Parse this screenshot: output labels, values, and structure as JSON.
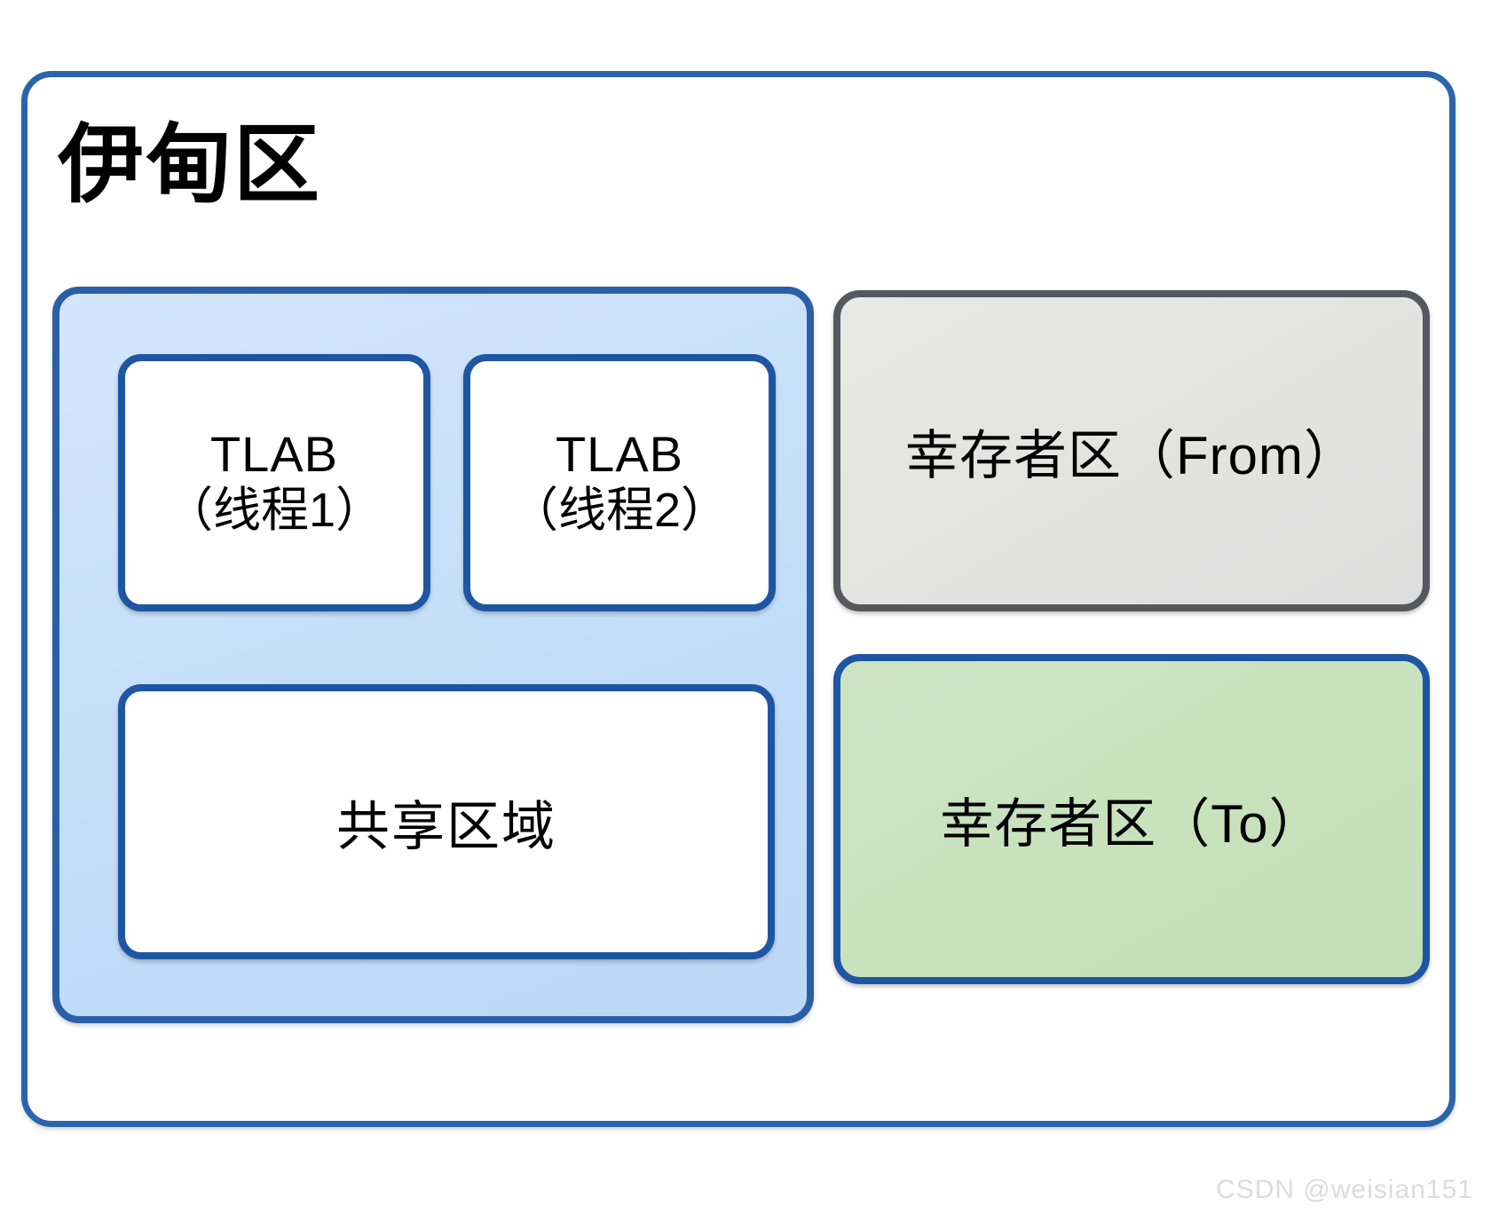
{
  "diagram": {
    "title": "伊甸区",
    "eden": {
      "label": "伊甸区",
      "tlab_region": {
        "tlab_boxes": [
          {
            "main": "TLAB",
            "sub": "（线程1）"
          },
          {
            "main": "TLAB",
            "sub": "（线程2）"
          }
        ],
        "shared_box": {
          "label": "共享区域"
        }
      },
      "survivor_boxes": [
        {
          "label": "幸存者区（From）",
          "fill": "#e3e3e1",
          "border": "#55595e"
        },
        {
          "label": "幸存者区（To）",
          "fill": "#c8e2be",
          "border": "#1f56a3"
        }
      ]
    },
    "colors": {
      "outer_border": "#2b64ad",
      "tlab_region_fill": "#c9e0f8",
      "tlab_region_border": "#2a5fa8",
      "inner_box_border": "#1f56a3",
      "inner_box_fill": "#ffffff",
      "survivor_from_fill": "#e3e3e1",
      "survivor_from_border": "#55595e",
      "survivor_to_fill": "#c8e2be",
      "survivor_to_border": "#1f56a3",
      "text": "#000000",
      "watermark": "#dcdcdc"
    },
    "watermark": "CSDN @weisian151"
  }
}
